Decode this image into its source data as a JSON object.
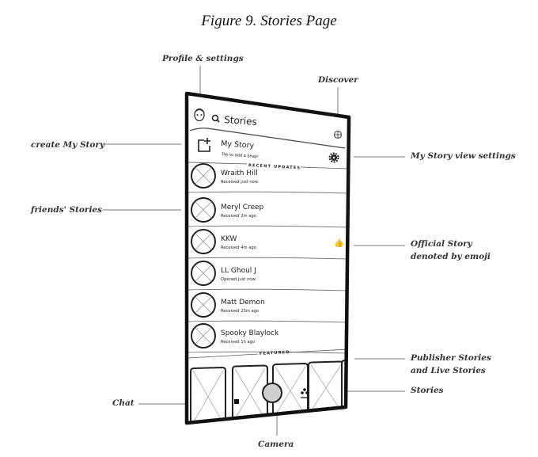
{
  "figure_title": "Figure 9. Stories Page",
  "annotations": {
    "profile_settings": "Profile & settings",
    "discover": "Discover",
    "create_my_story": "create My Story",
    "my_story_view_settings": "My Story view settings",
    "friends_stories": "friends' Stories",
    "official_story_line1": "Official Story",
    "official_story_line2": "denoted by emoji",
    "publisher_stories_line1": "Publisher Stories",
    "publisher_stories_line2": "and Live Stories",
    "stories": "Stories",
    "chat": "Chat",
    "camera": "Camera"
  },
  "phone": {
    "header": {
      "title": "Stories",
      "profile_icon": "bitmoji-face-icon",
      "search_icon": "search-icon",
      "discover_icon": "discover-icon"
    },
    "my_story": {
      "title": "My Story",
      "subtitle": "Tap to add a Snap!",
      "add_icon": "add-story-icon",
      "settings_icon": "gear-icon"
    },
    "recent_updates_label": "RECENT UPDATES",
    "friends": [
      {
        "name": "Wraith Hill",
        "status": "Received just now",
        "emoji": ""
      },
      {
        "name": "Meryl Creep",
        "status": "Received 2m ago",
        "emoji": ""
      },
      {
        "name": "KKW",
        "status": "Received 4m ago",
        "emoji": "👍"
      },
      {
        "name": "LL Ghoul J",
        "status": "Opened just now",
        "emoji": ""
      },
      {
        "name": "Matt Demon",
        "status": "Received 23m ago",
        "emoji": ""
      },
      {
        "name": "Spooky Blaylock",
        "status": "Received 1h ago",
        "emoji": ""
      }
    ],
    "featured_label": "FEATURED",
    "bottom_nav": {
      "chat_icon": "chat-icon",
      "camera_icon": "camera-capture-icon",
      "stories_icon": "stories-icon"
    }
  }
}
